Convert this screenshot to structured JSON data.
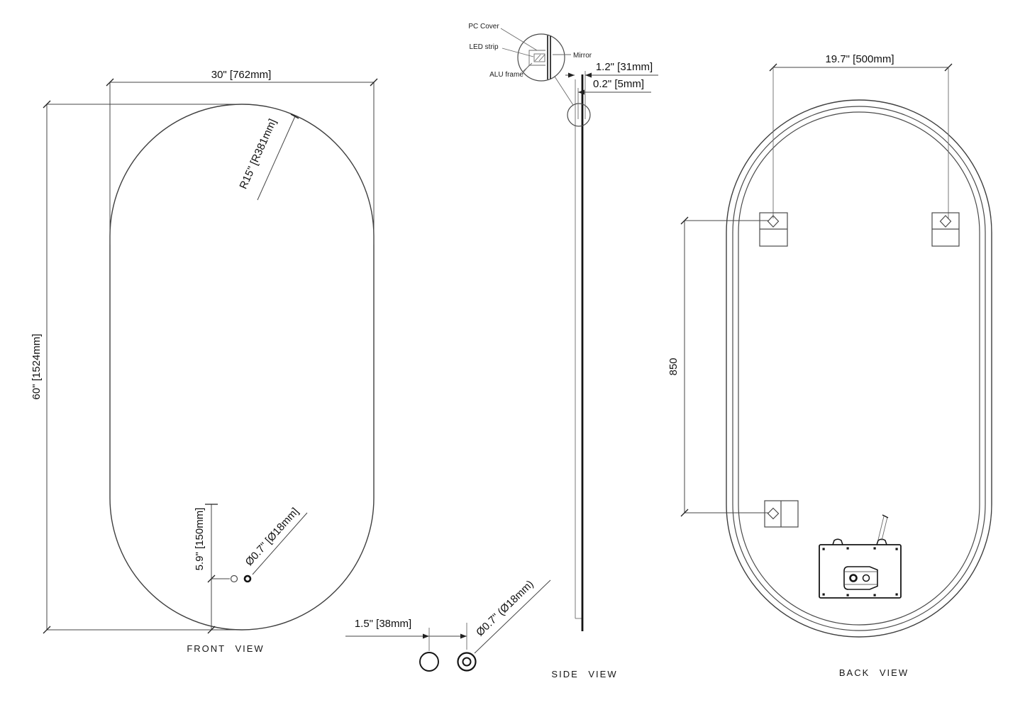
{
  "drawing": {
    "front": {
      "title": "FRONT VIEW",
      "width_dim": "30\" [762mm]",
      "height_dim": "60\" [1524mm]",
      "radius_dim": "R15\" [R381mm]",
      "hole_offset_dim": "5.9\" [150mm]",
      "hole_dia_dim": "Ø0.7\" [Ø18mm]"
    },
    "side": {
      "title": "SIDE VIEW",
      "pc_cover_label": "PC Cover",
      "led_strip_label": "LED strip",
      "alu_frame_label": "ALU frame",
      "mirror_label": "Mirror",
      "depth_dim": "1.2\" [31mm]",
      "glass_dim": "0.2\" [5mm]",
      "hole_spacing_dim": "1.5\" [38mm]",
      "hole_dia_dim": "Ø0.7\" (Ø18mm)"
    },
    "back": {
      "title": "BACK VIEW",
      "bracket_width_dim": "19.7\" [500mm]",
      "bracket_height_dim": "850"
    },
    "colors": {
      "line": "#4a4a4a",
      "dark_line": "#141414",
      "text": "#101010",
      "background": "#ffffff"
    }
  }
}
